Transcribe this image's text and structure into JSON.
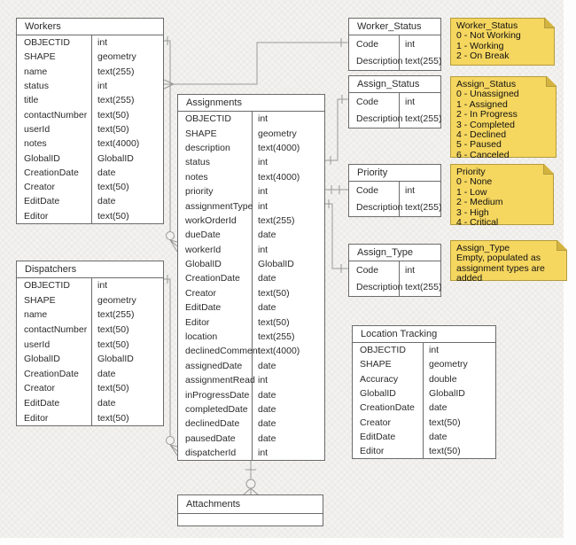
{
  "colors": {
    "background": "#f3f2ef",
    "table_fill": "#ffffff",
    "table_border": "#6b6b6b",
    "connector": "#999999",
    "note_fill": "#f5d65f",
    "note_fold": "#d3b33f",
    "note_border": "#b49b3e"
  },
  "entities": [
    {
      "title": "Workers",
      "fields": [
        {
          "name": "OBJECTID",
          "type": "int"
        },
        {
          "name": "SHAPE",
          "type": "geometry"
        },
        {
          "name": "name",
          "type": "text(255)"
        },
        {
          "name": "status",
          "type": "int"
        },
        {
          "name": "title",
          "type": "text(255)"
        },
        {
          "name": "contactNumber",
          "type": "text(50)"
        },
        {
          "name": "userId",
          "type": "text(50)"
        },
        {
          "name": "notes",
          "type": "text(4000)"
        },
        {
          "name": "GlobalID",
          "type": "GlobalID"
        },
        {
          "name": "CreationDate",
          "type": "date"
        },
        {
          "name": "Creator",
          "type": "text(50)"
        },
        {
          "name": "EditDate",
          "type": "date"
        },
        {
          "name": "Editor",
          "type": "text(50)"
        }
      ]
    },
    {
      "title": "Dispatchers",
      "fields": [
        {
          "name": "OBJECTID",
          "type": "int"
        },
        {
          "name": "SHAPE",
          "type": "geometry"
        },
        {
          "name": "name",
          "type": "text(255)"
        },
        {
          "name": "contactNumber",
          "type": "text(50)"
        },
        {
          "name": "userId",
          "type": "text(50)"
        },
        {
          "name": "GlobalID",
          "type": "GlobalID"
        },
        {
          "name": "CreationDate",
          "type": "date"
        },
        {
          "name": "Creator",
          "type": "text(50)"
        },
        {
          "name": "EditDate",
          "type": "date"
        },
        {
          "name": "Editor",
          "type": "text(50)"
        }
      ]
    },
    {
      "title": "Assignments",
      "fields": [
        {
          "name": "OBJECTID",
          "type": "int"
        },
        {
          "name": "SHAPE",
          "type": "geometry"
        },
        {
          "name": "description",
          "type": "text(4000)"
        },
        {
          "name": "status",
          "type": "int"
        },
        {
          "name": "notes",
          "type": "text(4000)"
        },
        {
          "name": "priority",
          "type": "int"
        },
        {
          "name": "assignmentType",
          "type": "int"
        },
        {
          "name": "workOrderId",
          "type": "text(255)"
        },
        {
          "name": "dueDate",
          "type": "date"
        },
        {
          "name": "workerId",
          "type": "int"
        },
        {
          "name": "GlobalID",
          "type": "GlobalID"
        },
        {
          "name": "CreationDate",
          "type": "date"
        },
        {
          "name": "Creator",
          "type": "text(50)"
        },
        {
          "name": "EditDate",
          "type": "date"
        },
        {
          "name": "Editor",
          "type": "text(50)"
        },
        {
          "name": "location",
          "type": "text(255)"
        },
        {
          "name": "declinedComment",
          "type": "text(4000)"
        },
        {
          "name": "assignedDate",
          "type": "date"
        },
        {
          "name": "assignmentRead",
          "type": "int"
        },
        {
          "name": "inProgressDate",
          "type": "date"
        },
        {
          "name": "completedDate",
          "type": "date"
        },
        {
          "name": "declinedDate",
          "type": "date"
        },
        {
          "name": "pausedDate",
          "type": "date"
        },
        {
          "name": "dispatcherId",
          "type": "int"
        }
      ]
    },
    {
      "title": "Worker_Status",
      "fields": [
        {
          "name": "Code",
          "type": "int"
        },
        {
          "name": "Description",
          "type": "text(255)"
        }
      ]
    },
    {
      "title": "Assign_Status",
      "fields": [
        {
          "name": "Code",
          "type": "int"
        },
        {
          "name": "Description",
          "type": "text(255)"
        }
      ]
    },
    {
      "title": "Priority",
      "fields": [
        {
          "name": "Code",
          "type": "int"
        },
        {
          "name": "Description",
          "type": "text(255)"
        }
      ]
    },
    {
      "title": "Assign_Type",
      "fields": [
        {
          "name": "Code",
          "type": "int"
        },
        {
          "name": "Description",
          "type": "text(255)"
        }
      ]
    },
    {
      "title": "Location Tracking",
      "fields": [
        {
          "name": "OBJECTID",
          "type": "int"
        },
        {
          "name": "SHAPE",
          "type": "geometry"
        },
        {
          "name": "Accuracy",
          "type": "double"
        },
        {
          "name": "GlobalID",
          "type": "GlobalID"
        },
        {
          "name": "CreationDate",
          "type": "date"
        },
        {
          "name": "Creator",
          "type": "text(50)"
        },
        {
          "name": "EditDate",
          "type": "date"
        },
        {
          "name": "Editor",
          "type": "text(50)"
        }
      ]
    },
    {
      "title": "Attachments",
      "fields": []
    }
  ],
  "notes": [
    {
      "title": "Worker_Status",
      "lines": [
        "0 - Not Working",
        "1 - Working",
        "2 - On Break"
      ]
    },
    {
      "title": "Assign_Status",
      "lines": [
        "0 - Unassigned",
        "1 - Assigned",
        "2 - In Progress",
        "3 - Completed",
        "4 - Declined",
        "5 - Paused",
        "6 - Canceled"
      ]
    },
    {
      "title": "Priority",
      "lines": [
        "0 - None",
        "1 - Low",
        "2 - Medium",
        "3 - High",
        "4 - Critical"
      ]
    },
    {
      "title": "Assign_Type",
      "lines": [
        "Empty, populated as",
        "assignment types are added"
      ]
    }
  ]
}
